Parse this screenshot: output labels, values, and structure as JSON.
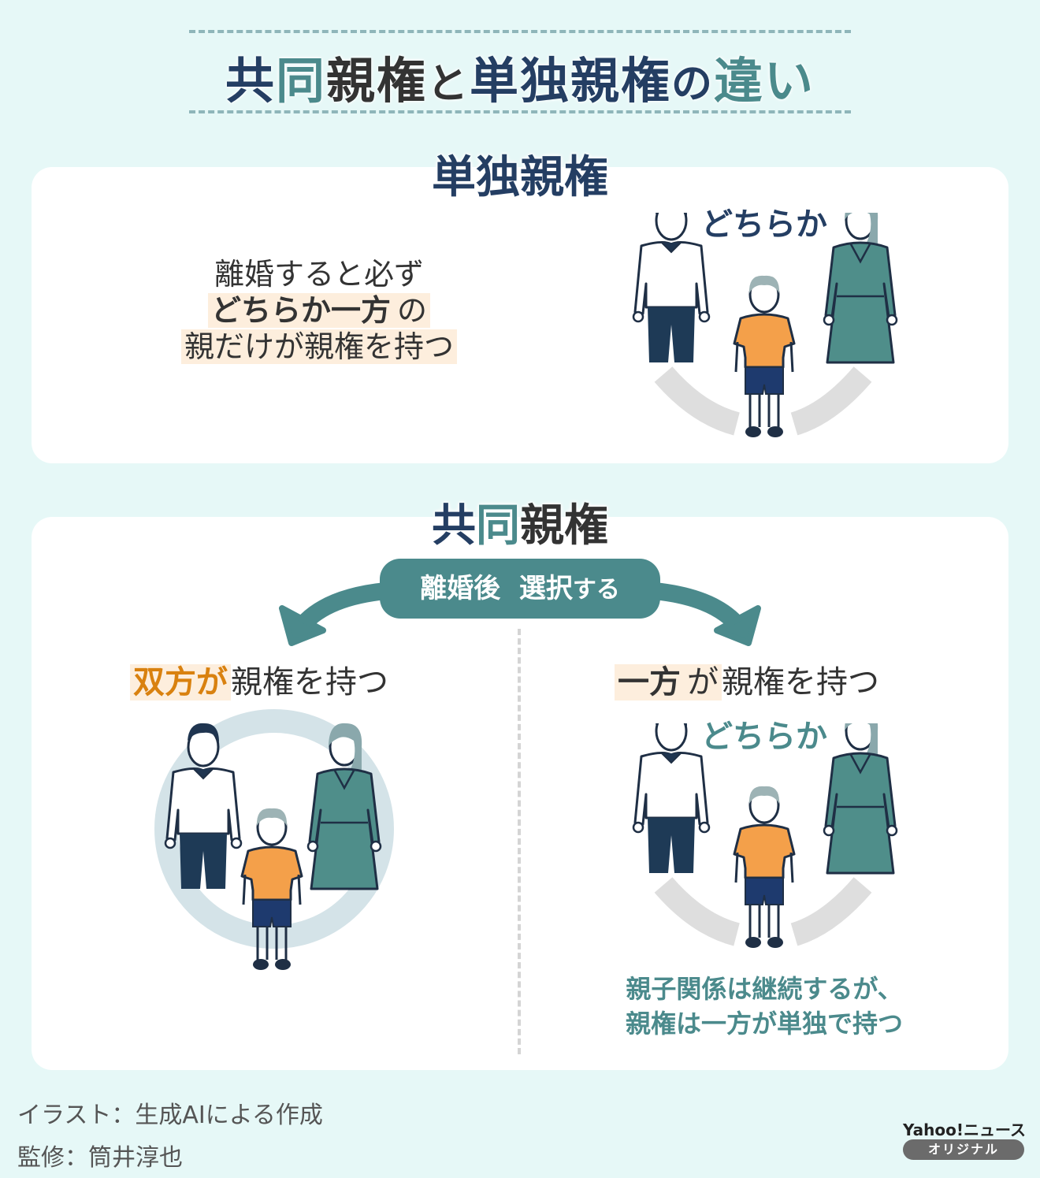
{
  "title": {
    "part1": "共",
    "part2": "同",
    "part3": "親権",
    "part4": "と",
    "part5": "単独親権",
    "part6": "の",
    "part7": "違い"
  },
  "sole": {
    "heading": "単独親権",
    "line1": "離婚すると必ず",
    "line2_bold": "どちらか一方",
    "line2_rest": "の",
    "line3": "親だけが親権を持つ",
    "either_label": "どちらか"
  },
  "joint": {
    "heading_a": "共",
    "heading_b": "同",
    "heading_c": "親権",
    "choose_label_a": "離婚後",
    "choose_label_b": "選択",
    "choose_label_c": "する",
    "left_hl": "双方が",
    "left_rest": "親権を持つ",
    "right_hl_a": "一方",
    "right_hl_b": "が",
    "right_rest": "親権を持つ",
    "either_label": "どちらか",
    "note_line1": "親子関係は継続するが、",
    "note_line2": "親権は一方が単独で持つ"
  },
  "footer": {
    "illustration": "イラスト：生成AIによる作成",
    "supervisor": "監修：筒井淳也",
    "logo": "Yahoo!ニュース",
    "logo_badge": "オリジナル"
  },
  "colors": {
    "background": "#e6f8f7",
    "navy": "#243e63",
    "teal": "#4b8a8c",
    "orange": "#d9810f",
    "highlight": "#fdeedd",
    "shirt_orange": "#f4a04a",
    "dress": "#4f8e8a"
  }
}
